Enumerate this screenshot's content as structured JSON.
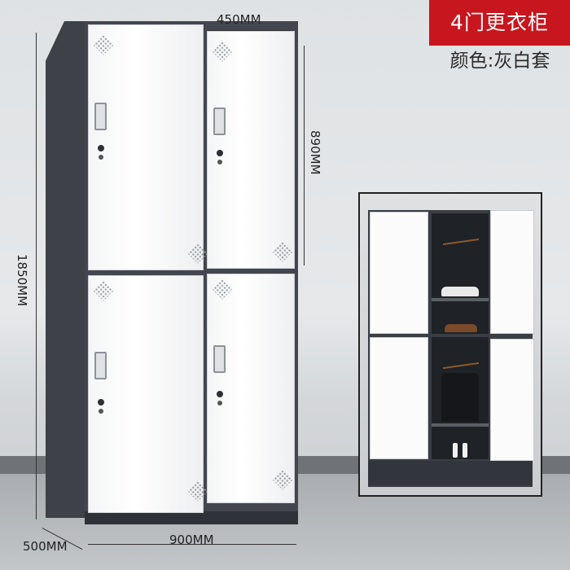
{
  "product": {
    "title": "4门更衣柜",
    "color_label": "颜色:灰白套"
  },
  "dimensions": {
    "door_width": "450MM",
    "door_height": "890MM",
    "total_height": "1850MM",
    "width": "900MM",
    "depth": "500MM"
  },
  "colors": {
    "badge": "#c8161e",
    "cabinet_frame": "#43464e",
    "door": "#ffffff"
  }
}
